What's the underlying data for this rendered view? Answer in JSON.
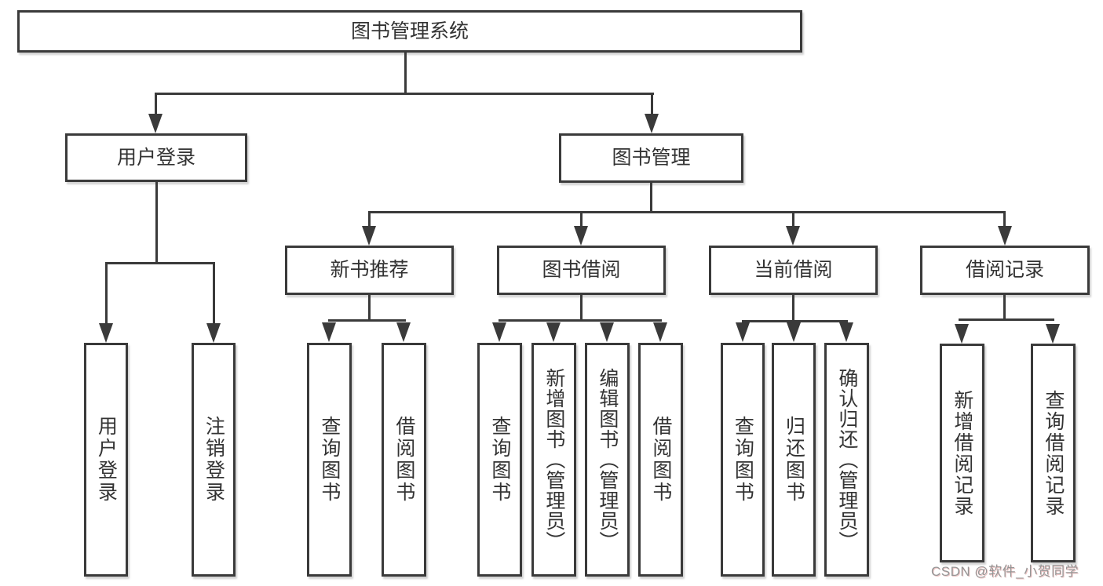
{
  "diagram": {
    "title": "图书管理系统",
    "tree": {
      "label": "图书管理系统",
      "children": [
        {
          "label": "用户登录",
          "children": [
            {
              "label": "用户登录"
            },
            {
              "label": "注销登录"
            }
          ]
        },
        {
          "label": "图书管理",
          "children": [
            {
              "label": "新书推荐",
              "children": [
                {
                  "label": "查询图书"
                },
                {
                  "label": "借阅图书"
                }
              ]
            },
            {
              "label": "图书借阅",
              "children": [
                {
                  "label": "查询图书"
                },
                {
                  "label": "新增图书（管理员）"
                },
                {
                  "label": "编辑图书（管理员）"
                },
                {
                  "label": "借阅图书"
                }
              ]
            },
            {
              "label": "当前借阅",
              "children": [
                {
                  "label": "查询图书"
                },
                {
                  "label": "归还图书"
                },
                {
                  "label": "确认归还（管理员）"
                }
              ]
            },
            {
              "label": "借阅记录",
              "children": [
                {
                  "label": "新增借阅记录"
                },
                {
                  "label": "查询借阅记录"
                }
              ]
            }
          ]
        }
      ]
    },
    "colors": {
      "line": "#3a3a3a",
      "box_border": "#3a3a3a",
      "box_fill": "#ffffff",
      "text": "#333333",
      "watermark": "#969696",
      "background": "#ffffff"
    }
  },
  "watermark": {
    "text": "CSDN @软件_小贺同学"
  }
}
